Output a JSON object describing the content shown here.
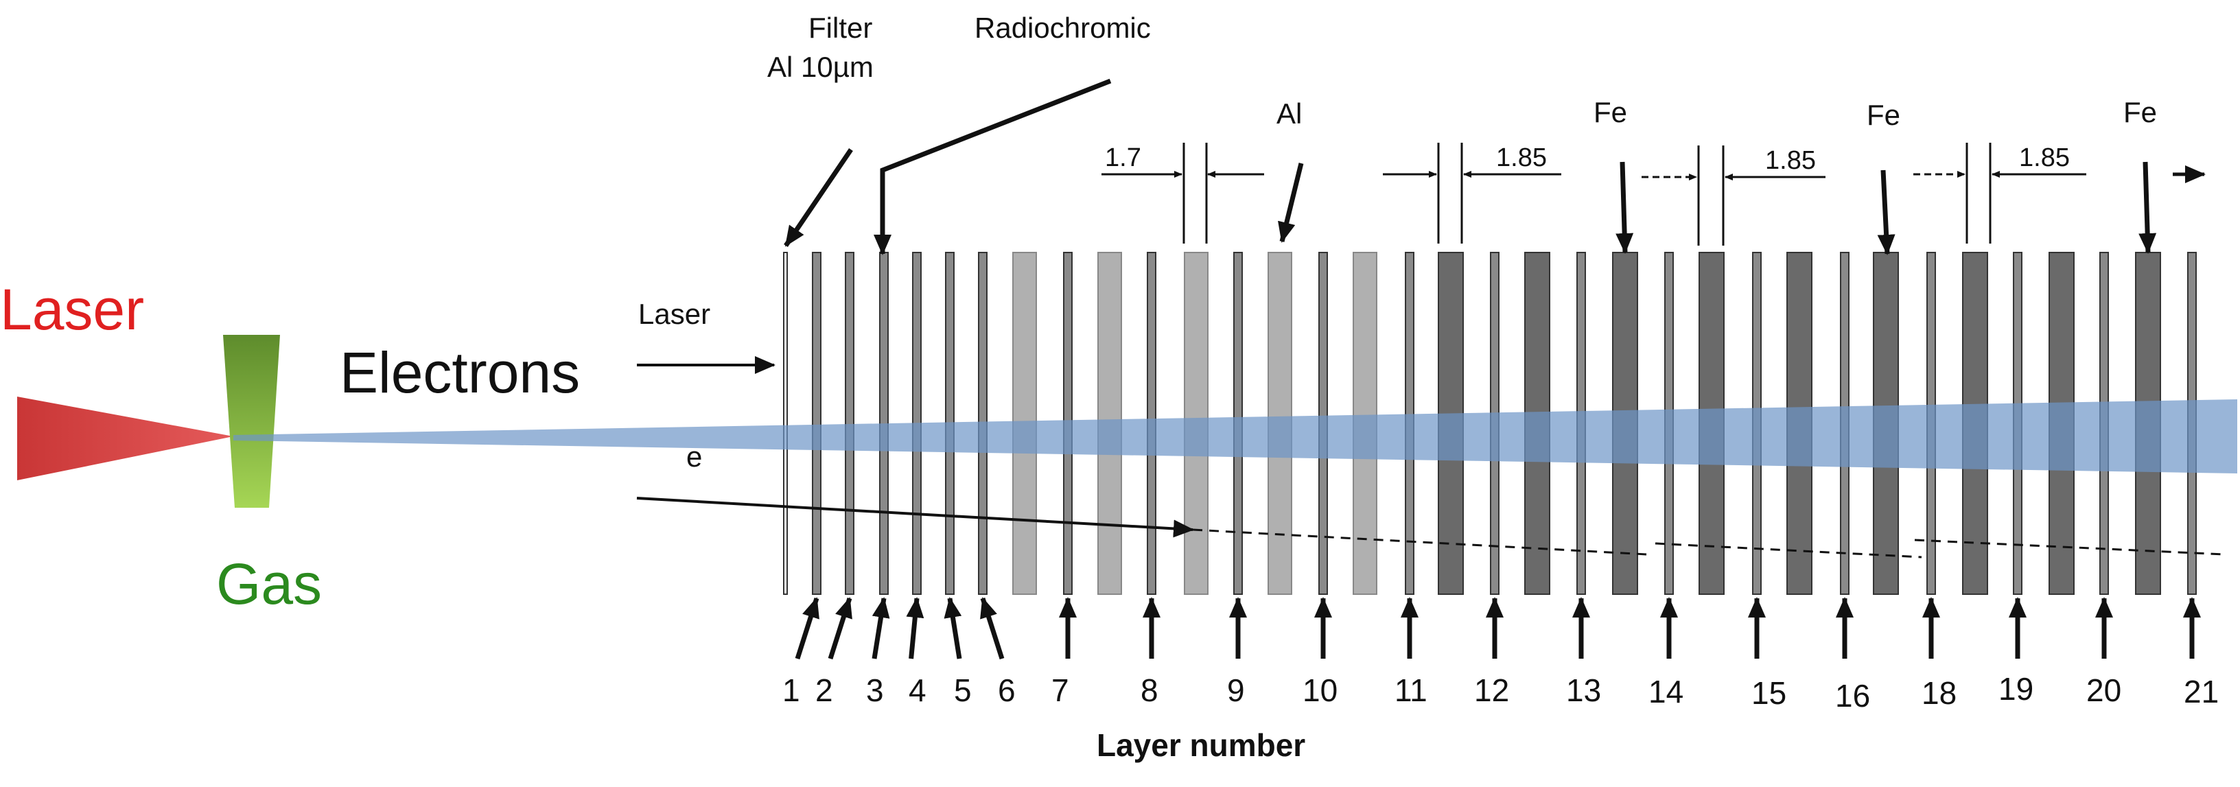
{
  "source_labels": {
    "laser": "Laser",
    "gas": "Gas",
    "electrons": "Electrons"
  },
  "stack_labels": {
    "filter_line1": "Filter",
    "filter_line2": "Al 10µm",
    "radiochromic": "Radiochromic",
    "laser_arrow": "Laser",
    "electron_arrow": "e",
    "axis_title": "Layer number"
  },
  "material_labels": [
    "Al",
    "Fe",
    "Fe",
    "Fe"
  ],
  "dimension_labels": [
    "1.7",
    "1.85",
    "1.85",
    "1.85"
  ],
  "layer_numbers": [
    "1",
    "2",
    "3",
    "4",
    "5",
    "6",
    "7",
    "8",
    "9",
    "10",
    "11",
    "12",
    "13",
    "14",
    "15",
    "16",
    "18",
    "19",
    "20",
    "21"
  ],
  "colors": {
    "laser": "#d63a3a",
    "gas_top": "#5f8f2f",
    "gas_bottom": "#9fd050",
    "gas_text": "#2b8a1e",
    "beam": "#6d96c8",
    "film": "#8a8a8a",
    "aluminium": "#b0b0b0",
    "iron": "#6a6a6a"
  }
}
